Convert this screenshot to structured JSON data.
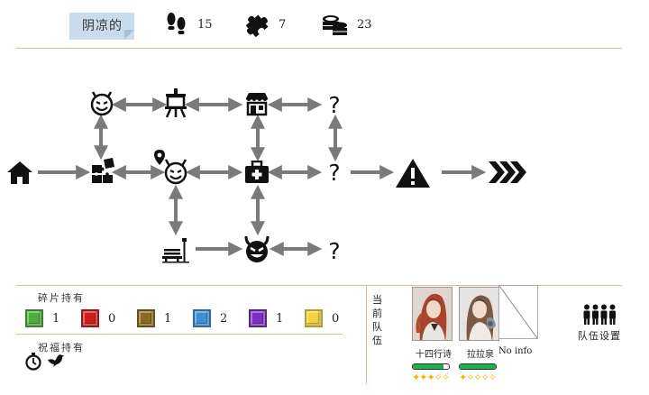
{
  "header": {
    "weather": "阴凉的",
    "steps": "15",
    "pieces": "7",
    "coins": "23"
  },
  "map": {
    "unknown_marker": "?"
  },
  "fragments": {
    "title": "碎片持有",
    "items": [
      {
        "color": "#4caf3a",
        "count": "1"
      },
      {
        "color": "#d01c1c",
        "count": "0"
      },
      {
        "color": "#8a6a1c",
        "count": "1"
      },
      {
        "color": "#3d8fd8",
        "count": "2"
      },
      {
        "color": "#7b2ec0",
        "count": "1"
      },
      {
        "color": "#f4d23c",
        "count": "0"
      }
    ]
  },
  "blessings": {
    "title": "祝福持有",
    "icons": [
      "pocket-watch-icon",
      "dove-icon"
    ]
  },
  "team": {
    "title_chars": [
      "当",
      "前",
      "队",
      "伍"
    ],
    "members": [
      {
        "name": "十四行诗",
        "hp": 0.85,
        "stars_filled": 3,
        "stars_total": 5
      },
      {
        "name": "拉拉泉",
        "hp": 1.0,
        "stars_filled": 1,
        "stars_total": 5
      }
    ],
    "empty_slot": "No info",
    "settings_label": "队伍设置"
  }
}
